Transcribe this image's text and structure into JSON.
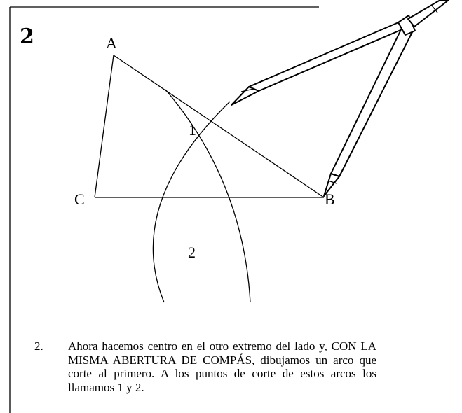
{
  "step_number": "2",
  "points": {
    "a": "A",
    "b": "B",
    "c": "C",
    "p1": "1",
    "p2": "2"
  },
  "caption": {
    "number": "2.",
    "text": "Ahora hacemos centro en el otro extremo del lado y, CON LA MISMA ABERTURA DE COMPÁS, dibujamos un arco que corte al primero. A los puntos de corte de estos arcos los llamamos 1 y 2."
  },
  "icons": {
    "compass": "compass-icon"
  }
}
